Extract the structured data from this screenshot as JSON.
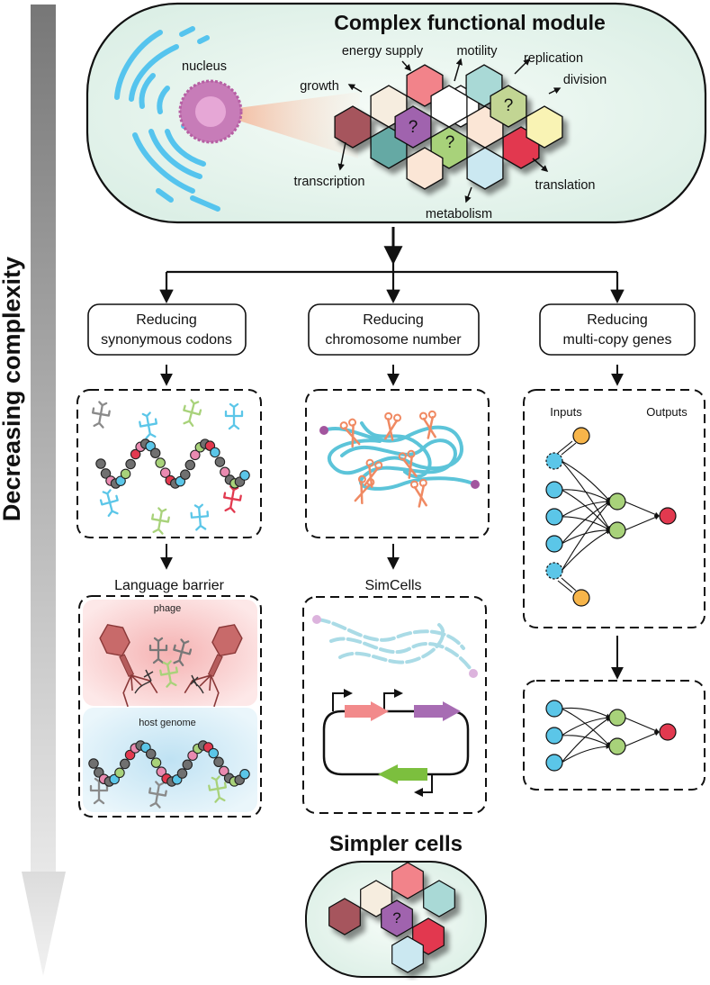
{
  "side_label": "Decreasing complexity",
  "top_module": {
    "title": "Complex functional module",
    "nucleus_label": "nucleus",
    "functions": [
      "energy supply",
      "motility",
      "replication",
      "division",
      "growth",
      "transcription",
      "translation",
      "metabolism"
    ],
    "unknown_mark": "?"
  },
  "strategies": [
    {
      "line1": "Reducing",
      "line2": "synonymous codons"
    },
    {
      "line1": "Reducing",
      "line2": "chromosome number"
    },
    {
      "line1": "Reducing",
      "line2": "multi-copy genes"
    }
  ],
  "network": {
    "inputs_label": "Inputs",
    "outputs_label": "Outputs"
  },
  "language_barrier": {
    "title": "Language barrier",
    "phage_label": "phage",
    "host_label": "host genome"
  },
  "simcells": {
    "title": "SimCells"
  },
  "bottom": {
    "title": "Simpler cells",
    "unknown_mark": "?"
  },
  "colors": {
    "cyan": "#5bc6e8",
    "pink": "#e98ab0",
    "green": "#a8d27a",
    "red": "#e2394f",
    "gray": "#707070",
    "orange": "#f7b54a",
    "salmon": "#f2838a",
    "purple": "#a064ae",
    "brown": "#a6555d",
    "teal": "#65a9a4",
    "cream": "#f6eddf",
    "lightblue": "#cbe8f1",
    "yellow": "#f9f3b4",
    "olive": "#c2d593",
    "mint": "#a9d9d6",
    "peach": "#fbe6d6"
  }
}
